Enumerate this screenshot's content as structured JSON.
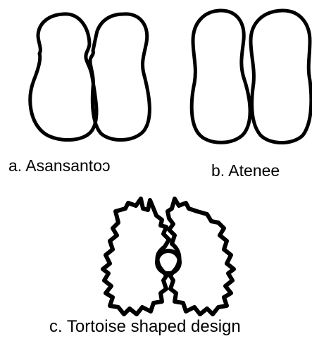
{
  "captions": {
    "a": "a. Asansantoɔ",
    "b": "b. Atenee",
    "c": "c. Tortoise shaped design"
  },
  "stroke_color": "#000000",
  "background_color": "#ffffff"
}
